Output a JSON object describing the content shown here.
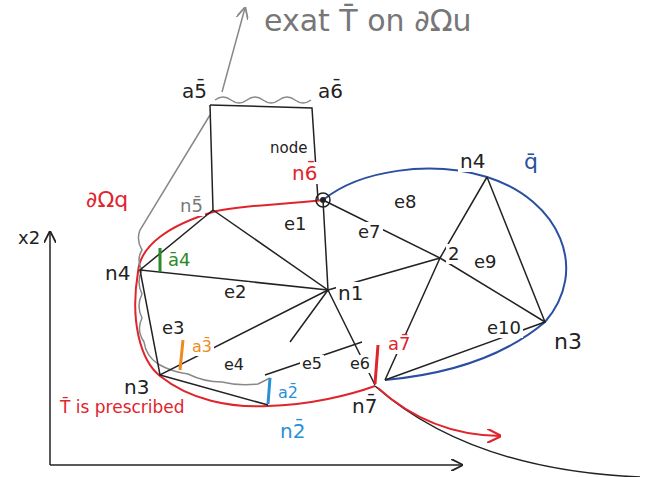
{
  "diagram": {
    "labels": [
      "exat T̄ on ∂Ωu",
      "a5̄",
      "a6̄",
      "node",
      "n6̄",
      "∂Ωq",
      "n5̄",
      "x2",
      "e8",
      "n4",
      "q̄",
      "e1",
      "e7",
      "2",
      "e9",
      "e2",
      "ā4",
      "n4",
      "e3",
      "n1",
      "e6",
      "e10",
      "n3",
      "a3̄",
      "e4",
      "e5",
      "a7̄",
      "n3",
      "T̄ is prescribed",
      "a2̄",
      "n7̄",
      "n2̄"
    ]
  }
}
